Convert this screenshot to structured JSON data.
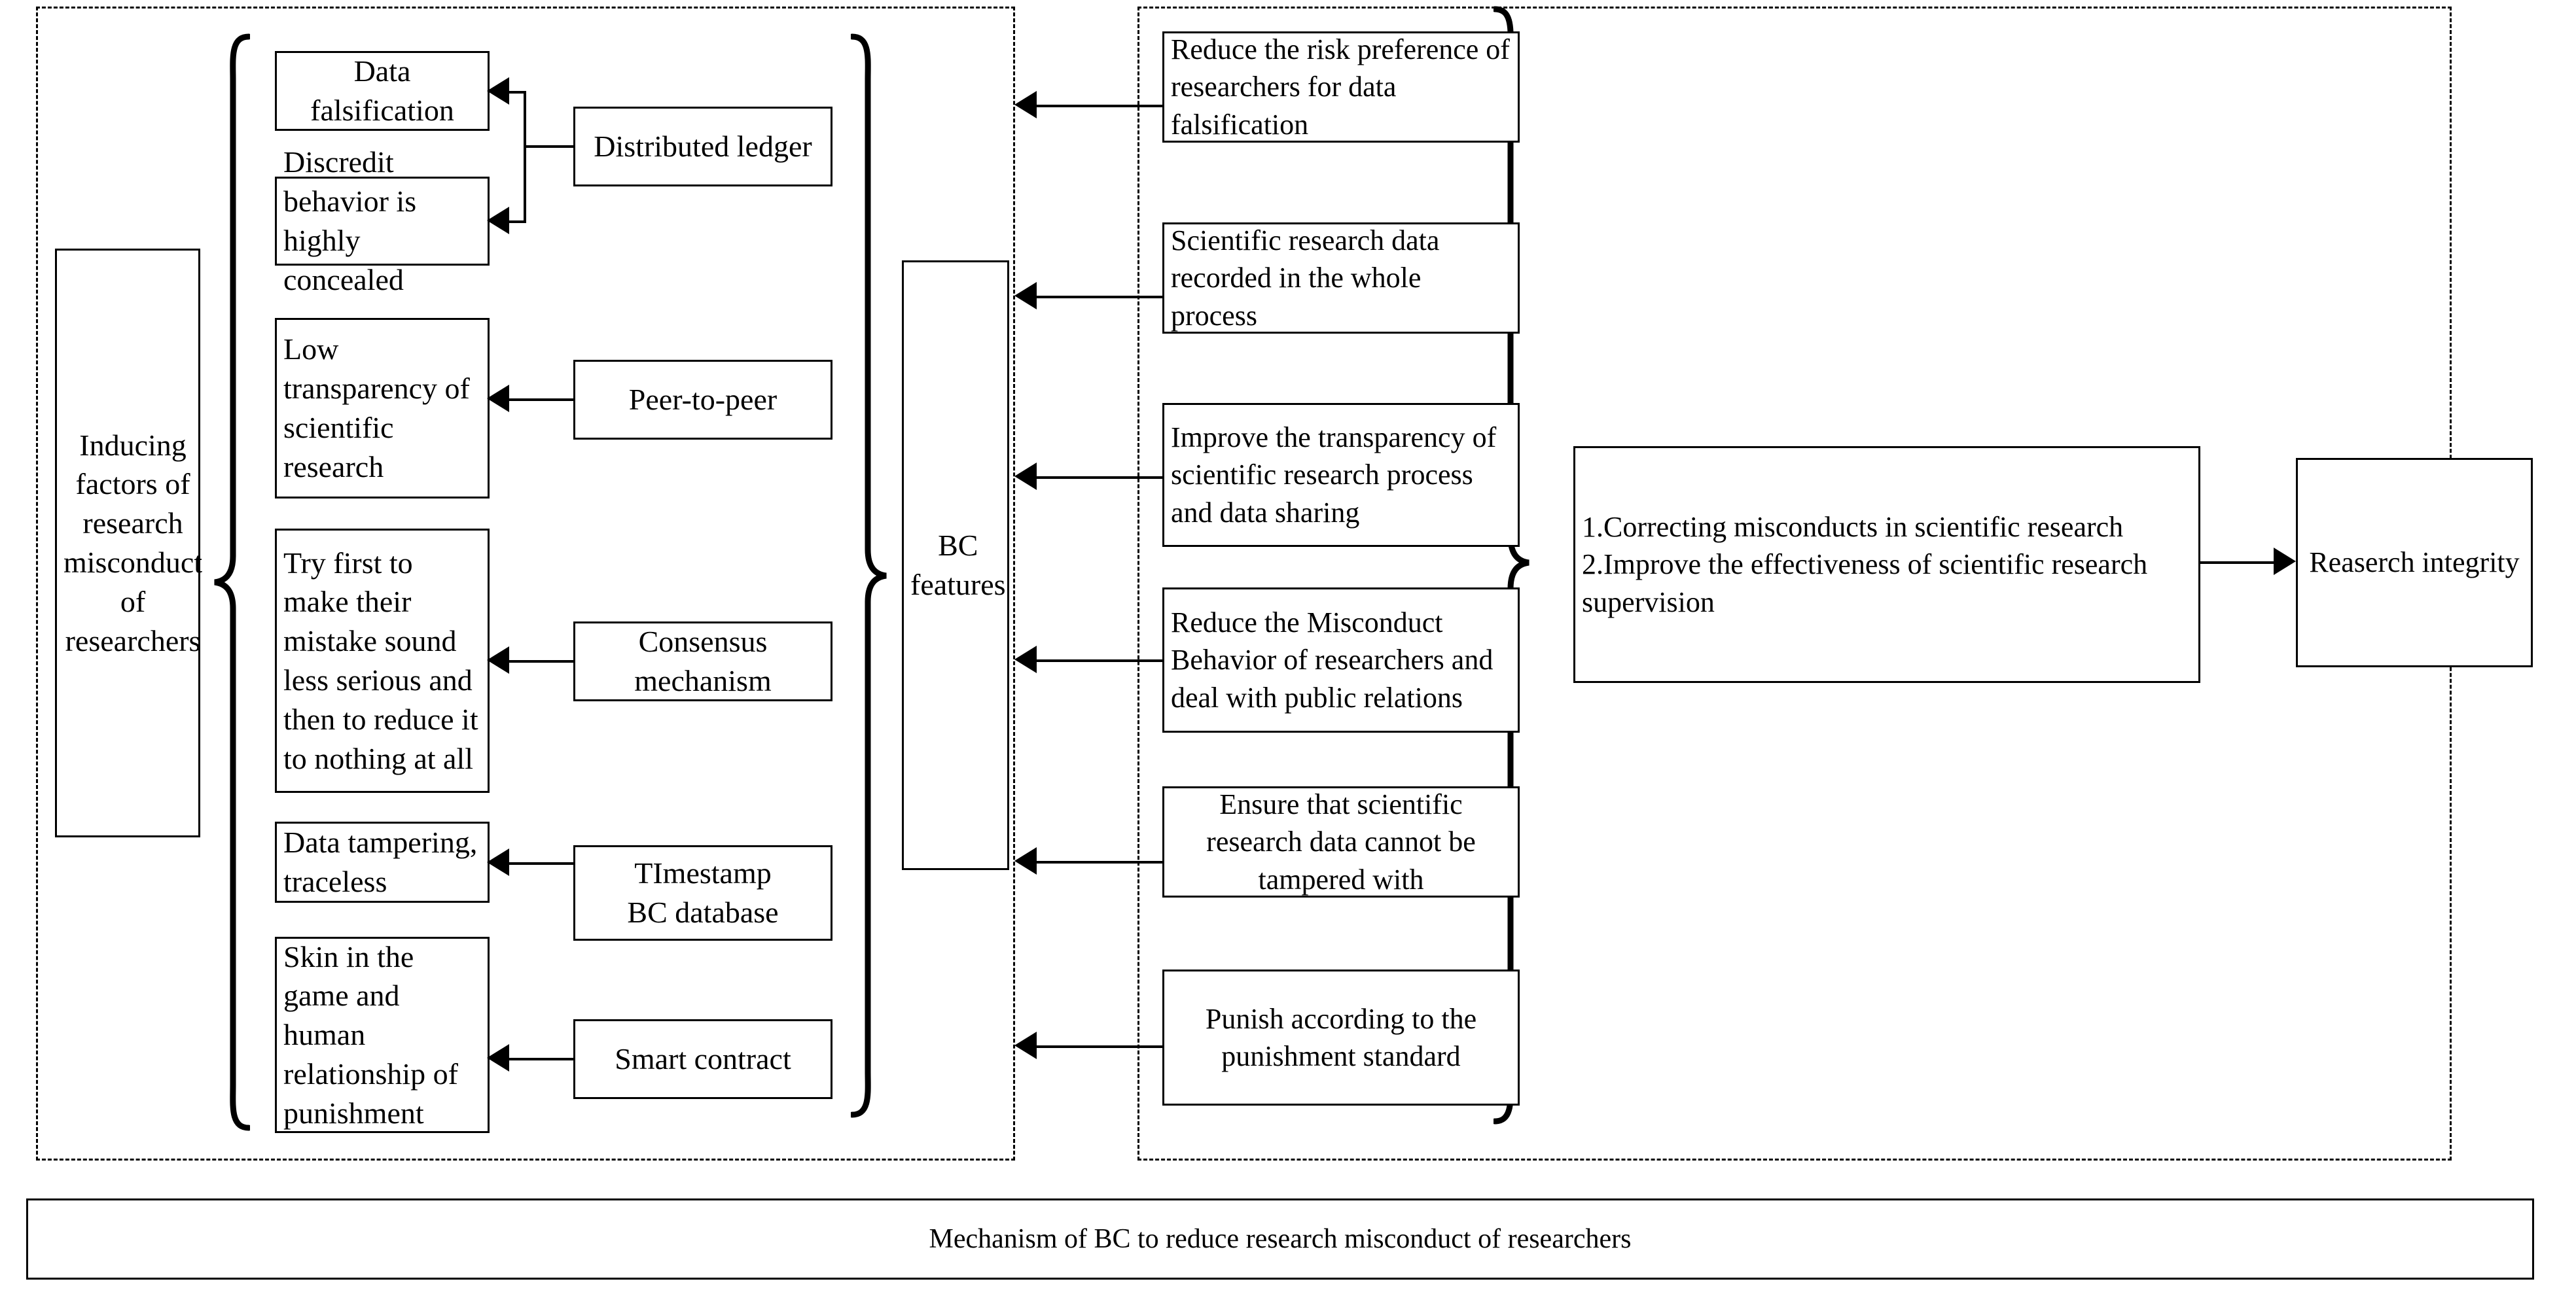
{
  "figure": {
    "caption": "Mechanism of BC to reduce research misconduct of researchers"
  },
  "left_region": {
    "root_label": "Inducing factors of research misconduct of researchers",
    "inducing_factors": [
      {
        "id": "data-falsification",
        "label": "Data falsification"
      },
      {
        "id": "discredit-concealed",
        "label": "Discredit  behavior is highly concealed"
      },
      {
        "id": "low-transparency",
        "label": "Low transparency of scientific research"
      },
      {
        "id": "minimize-mistake",
        "label": "Try first to make their mistake sound less serious and then to reduce it to nothing at all"
      },
      {
        "id": "data-tampering",
        "label": "Data tampering, traceless"
      },
      {
        "id": "skin-in-the-game",
        "label": "Skin in the game and human relationship of punishment"
      }
    ],
    "bc_features_list": [
      {
        "id": "distributed-ledger",
        "label": "Distributed ledger"
      },
      {
        "id": "peer-to-peer",
        "label": "Peer-to-peer"
      },
      {
        "id": "consensus-mechanism",
        "label": "Consensus mechanism"
      },
      {
        "id": "timestamp-bc-database",
        "label": "TImestamp\nBC database"
      },
      {
        "id": "smart-contract",
        "label": "Smart contract"
      }
    ],
    "bc_features_hub": "BC\nfeatures"
  },
  "middle_region": {
    "effects": [
      {
        "id": "reduce-risk-preference",
        "label": "Reduce the risk preference of researchers for data falsification"
      },
      {
        "id": "whole-process-record",
        "label": "Scientific research data recorded in the whole process"
      },
      {
        "id": "improve-transparency",
        "label": "Improve the transparency of scientific research process and data sharing"
      },
      {
        "id": "reduce-misconduct-behavior",
        "label": "Reduce the Misconduct Behavior of researchers and deal with public relations"
      },
      {
        "id": "tamper-proof-data",
        "label": "Ensure that scientific research data cannot be tampered with"
      },
      {
        "id": "punish-by-standard",
        "label": "Punish according to the punishment standard"
      }
    ]
  },
  "right_region": {
    "outcomes_label": "1.Correcting misconducts in scientific research\n2.Improve the effectiveness of scientific research supervision",
    "goal_label": "Reaserch integrity"
  },
  "colors": {
    "stroke": "#000000",
    "fill": "#ffffff",
    "background": "#ffffff"
  }
}
